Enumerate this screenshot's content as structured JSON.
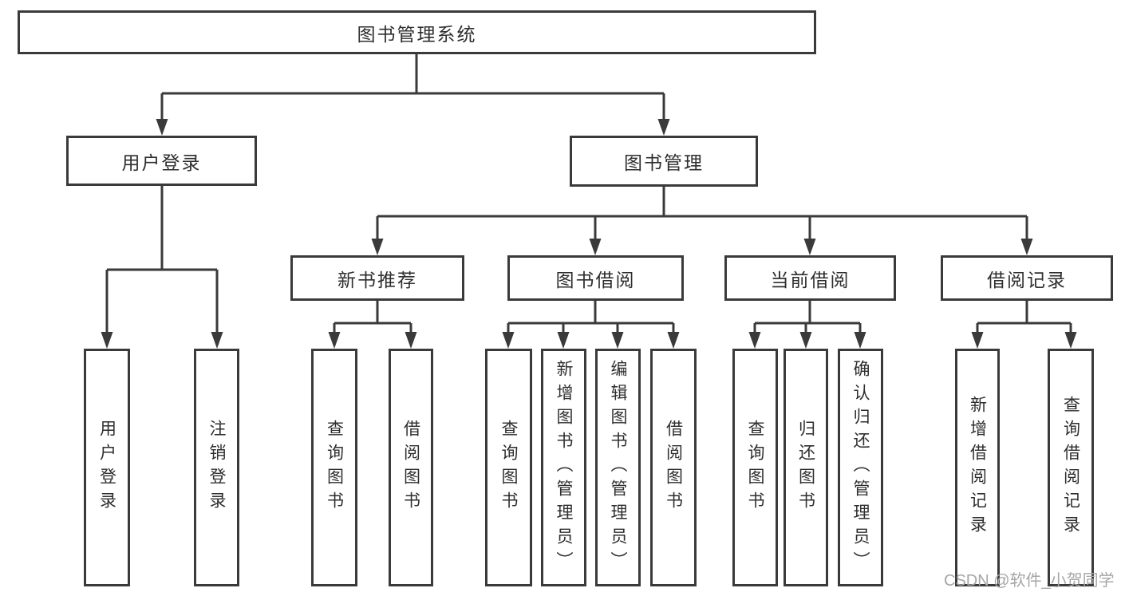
{
  "colors": {
    "line": "#3a3a3a",
    "text": "#2e2e2e",
    "bg": "#ffffff",
    "watermark": "#a6a6a6"
  },
  "nodes": {
    "root": "图书管理系统",
    "branches": [
      {
        "label": "用户登录",
        "leaves": [
          "用户登录",
          "注销登录"
        ]
      },
      {
        "label": "图书管理",
        "children": [
          {
            "label": "新书推荐",
            "leaves": [
              "查询图书",
              "借阅图书"
            ]
          },
          {
            "label": "图书借阅",
            "leaves": [
              "查询图书",
              "新增图书（管理员）",
              "编辑图书（管理员）",
              "借阅图书"
            ]
          },
          {
            "label": "当前借阅",
            "leaves": [
              "查询图书",
              "归还图书",
              "确认归还（管理员）"
            ]
          },
          {
            "label": "借阅记录",
            "leaves": [
              "新增借阅记录",
              "查询借阅记录"
            ]
          }
        ]
      }
    ]
  },
  "watermark": {
    "text": "CSDN @软件_小贺同学"
  }
}
